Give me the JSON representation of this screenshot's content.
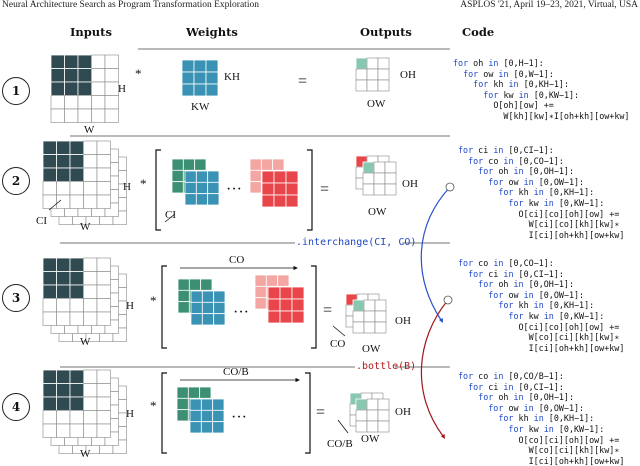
{
  "header": {
    "left": "Neural Architecture Search as Program Transformation Exploration",
    "right": "ASPLOS '21, April 19–23, 2021, Virtual, USA"
  },
  "columns": {
    "inputs": "Inputs",
    "weights": "Weights",
    "outputs": "Outputs",
    "code": "Code"
  },
  "steps": [
    "1",
    "2",
    "3",
    "4"
  ],
  "labels": {
    "H": "H",
    "W": "W",
    "KH": "KH",
    "KW": "KW",
    "OH": "OH",
    "OW": "OW",
    "CI": "CI",
    "CO": "CO",
    "COB": "CO/B",
    "times": "*",
    "equals": "=",
    "dots": "···"
  },
  "transforms": {
    "interchange": ".interchange(CI, CO)",
    "bottle": ".bottle(B)"
  },
  "code": {
    "step1": [
      "for oh in [0,H−1]:",
      "  for ow in [0,W−1]:",
      "    for kh in [0,KH−1]:",
      "      for kw in [0,KW−1]:",
      "        O[oh][ow] +=",
      "          W[kh][kw]∗I[oh+kh][ow+kw]"
    ],
    "step2": [
      "for ci in [0,CI−1]:",
      "  for co in [0,CO−1]:",
      "    for oh in [0,OH−1]:",
      "      for ow in [0,OW−1]:",
      "        for kh in [0,KH−1]:",
      "          for kw in [0,KW−1]:",
      "            O[ci][co][oh][ow] +=",
      "              W[ci][co][kh][kw]∗",
      "              I[ci][oh+kh][ow+kw]"
    ],
    "step3": [
      "for co in [0,CO−1]:",
      "  for ci in [0,CI−1]:",
      "    for oh in [0,OH−1]:",
      "      for ow in [0,OW−1]:",
      "        for kh in [0,KH−1]:",
      "          for kw in [0,KW−1]:",
      "            O[ci][co][oh][ow] +=",
      "              W[co][ci][kh][kw]∗",
      "              I[ci][oh+kh][ow+kw]"
    ],
    "step4": [
      "for co in [0,CO/B−1]:",
      "  for ci in [0,CI−1]:",
      "    for oh in [0,OH−1]:",
      "      for ow in [0,OW−1]:",
      "        for kh in [0,KH−1]:",
      "          for kw in [0,KW−1]:",
      "            O[co][ci][oh][ow] +=",
      "              W[co][ci][kh][kw]∗",
      "              I[ci][oh+kh][ow+kw]"
    ]
  },
  "colors": {
    "input_dark": "#2f4a50",
    "weight_blue": "#3a93b5",
    "weight_green": "#3c8f73",
    "weight_red": "#e8464a",
    "weight_pink": "#f3a6a2",
    "output_mint": "#88c8b0",
    "output_red": "#e8464a",
    "arrow_blue": "#2b4fc9",
    "arrow_red": "#a0171b",
    "transform_blue": "#1f48c8",
    "transform_red": "#b3161b"
  }
}
